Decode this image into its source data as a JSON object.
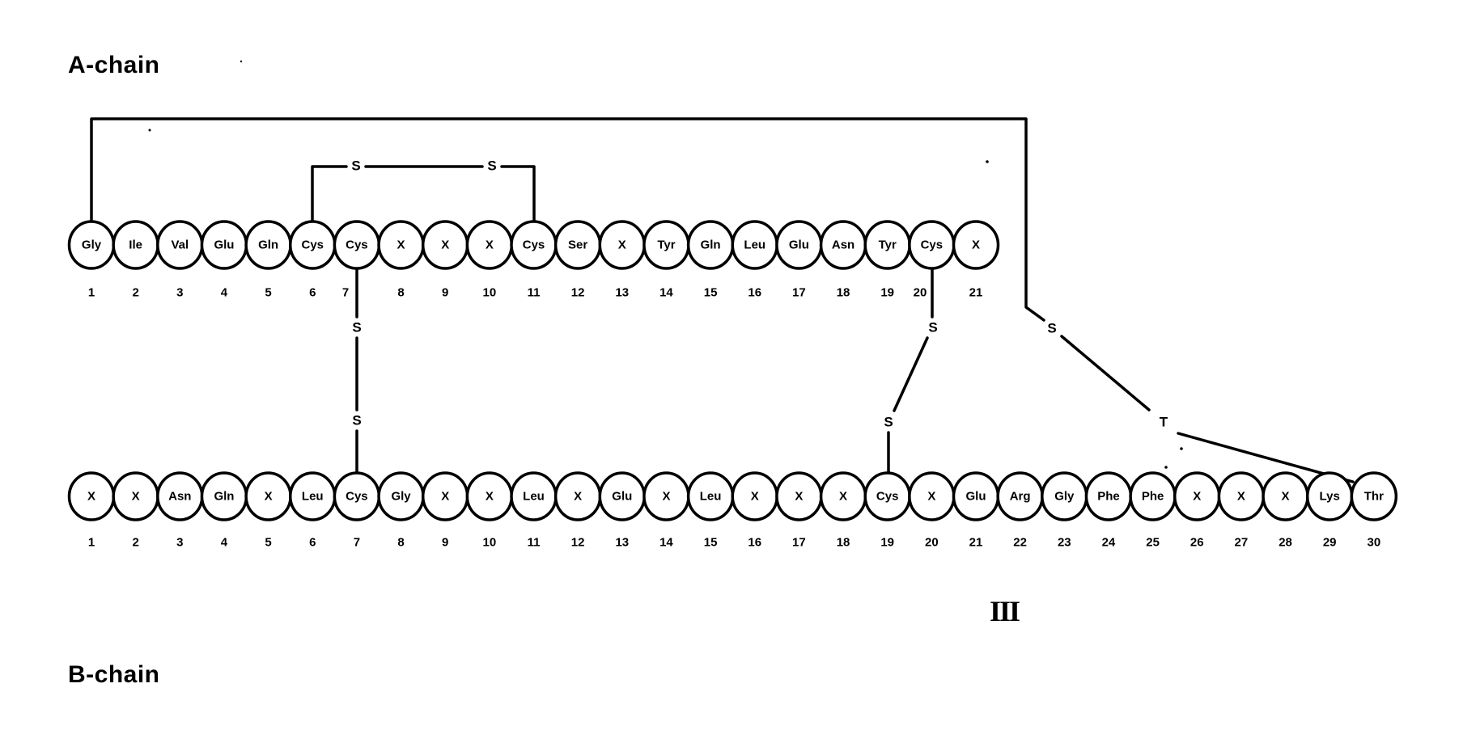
{
  "titles": {
    "a_chain": "A-chain",
    "b_chain": "B-chain",
    "figure_label": "III"
  },
  "a_chain": {
    "residues": [
      "Gly",
      "Ile",
      "Val",
      "Glu",
      "Gln",
      "Cys",
      "Cys",
      "X",
      "X",
      "X",
      "Cys",
      "Ser",
      "X",
      "Tyr",
      "Gln",
      "Leu",
      "Glu",
      "Asn",
      "Tyr",
      "Cys",
      "X"
    ],
    "numbers": [
      "1",
      "2",
      "3",
      "4",
      "5",
      "6",
      "7",
      "8",
      "9",
      "10",
      "11",
      "12",
      "13",
      "14",
      "15",
      "16",
      "17",
      "18",
      "19",
      "20",
      "21"
    ]
  },
  "b_chain": {
    "residues": [
      "X",
      "X",
      "Asn",
      "Gln",
      "X",
      "Leu",
      "Cys",
      "Gly",
      "X",
      "X",
      "Leu",
      "X",
      "Glu",
      "X",
      "Leu",
      "X",
      "X",
      "X",
      "Cys",
      "X",
      "Glu",
      "Arg",
      "Gly",
      "Phe",
      "Phe",
      "X",
      "X",
      "X",
      "Lys",
      "Thr"
    ],
    "numbers": [
      "1",
      "2",
      "3",
      "4",
      "5",
      "6",
      "7",
      "8",
      "9",
      "10",
      "11",
      "12",
      "13",
      "14",
      "15",
      "16",
      "17",
      "18",
      "19",
      "20",
      "21",
      "22",
      "23",
      "24",
      "25",
      "26",
      "27",
      "28",
      "29",
      "30"
    ]
  },
  "bonds": {
    "intra_a": {
      "from": "A6 Cys",
      "to": "A11 Cys",
      "labels": [
        "S",
        "S"
      ]
    },
    "inter_1": {
      "from": "A7 Cys",
      "to": "B7 Cys",
      "labels": [
        "S",
        "S"
      ]
    },
    "inter_2": {
      "from": "A20 Cys",
      "to": "B19 Cys",
      "labels": [
        "S",
        "S"
      ]
    },
    "linker": {
      "from": "A1 Gly",
      "to": "B30 Thr",
      "labels": [
        "S",
        "T"
      ]
    }
  },
  "colors": {
    "ink": "#000000",
    "background": "#ffffff"
  }
}
